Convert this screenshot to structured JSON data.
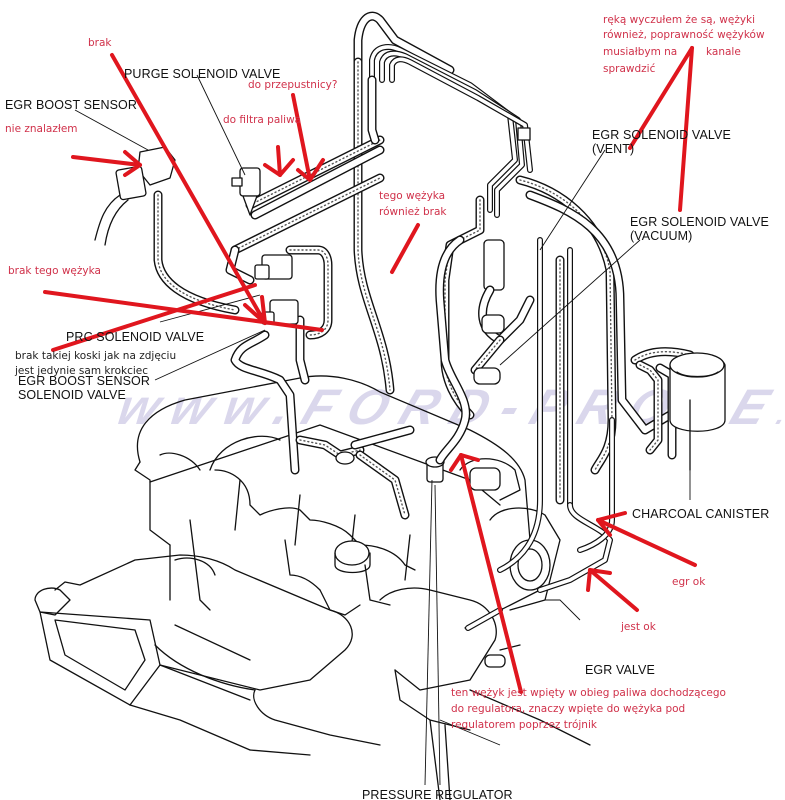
{
  "diagram": {
    "subject": "Engine vacuum hose routing diagram with hand-drawn annotations",
    "watermark": {
      "main": "www.FORD-PROBE",
      "suffix": ".NET"
    },
    "colors": {
      "annotation": "#d0314a",
      "arrow": "#e0161e",
      "line_art": "#111111"
    },
    "component_labels": {
      "egr_boost_sensor": "EGR BOOST SENSOR",
      "purge_solenoid_valve": "PURGE SOLENOID VALVE",
      "egr_solenoid_vent_line1": "EGR SOLENOID VALVE",
      "egr_solenoid_vent_line2": "(VENT)",
      "egr_solenoid_vacuum_line1": "EGR SOLENOID VALVE",
      "egr_solenoid_vacuum_line2": "(VACUUM)",
      "prc_solenoid_valve": "PRC SOLENOID VALVE",
      "egr_boost_sensor_solenoid_line1": "EGR BOOST SENSOR",
      "egr_boost_sensor_solenoid_line2": "SOLENOID VALVE",
      "charcoal_canister": "CHARCOAL CANISTER",
      "egr_valve": "EGR VALVE",
      "pressure_regulator": "PRESSURE REGULATOR"
    },
    "annotations": {
      "brak": "brak",
      "nie_znalazlem": "nie znalazłem",
      "do_przepustnicy": "do przepustnicy?",
      "do_filtra": "do filtra paliwa",
      "top_right_line1": "ręką wyczułem że są, wężyki",
      "top_right_line2": "również, poprawność wężyków",
      "top_right_line3a": "musiałbym na",
      "top_right_line3b": "kanale",
      "top_right_line4": "sprawdzić",
      "tego_wezyka_line1": "tego wężyka",
      "tego_wezyka_line2": "również brak",
      "brak_tego_wezyka": "brak tego wężyka",
      "brak_koski_line1": "brak takiej koski jak na zdjęciu",
      "brak_koski_line2": "jest jedynie sam krokciec",
      "egr_ok": "egr ok",
      "jest_ok": "jest ok",
      "regulator_line1": "ten wężyk jest wpięty w obieg paliwa dochodzącego",
      "regulator_line2": "do regulatora, znaczy wpięte do wężyka pod",
      "regulator_line3": "regulatorem poprzez trójnik"
    }
  }
}
